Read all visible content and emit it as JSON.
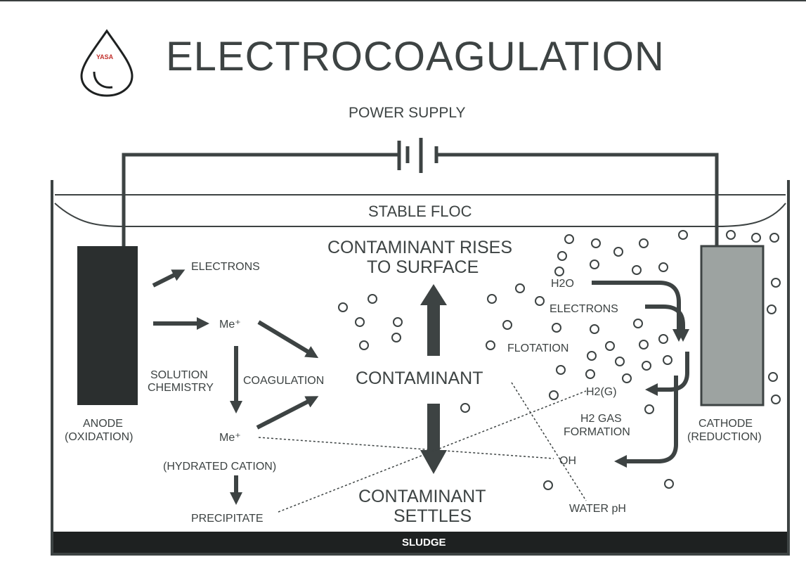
{
  "title": "ELECTROCOAGULATION",
  "logo_text": "YASA",
  "labels": {
    "power_supply": "POWER SUPPLY",
    "stable_floc": "STABLE FLOC",
    "rises_line1": "CONTAMINANT RISES",
    "rises_line2": "TO SURFACE",
    "electrons_anode": "ELECTRONS",
    "me_plus_top": "Me⁺",
    "solution_line1": "SOLUTION",
    "solution_line2": "CHEMISTRY",
    "coagulation": "COAGULATION",
    "contaminant": "CONTAMINANT",
    "me_plus_bottom": "Me⁺",
    "hydrated_cation": "(HYDRATED CATION)",
    "precipitate": "PRECIPITATE",
    "settles_line1": "CONTAMINANT",
    "settles_line2": "SETTLES",
    "anode_line1": "ANODE",
    "anode_line2": "(OXIDATION)",
    "h2o": "H2O",
    "electrons_cathode": "ELECTRONS",
    "flotation": "FLOTATION",
    "h2g": "H2(G)",
    "h2gas_line1": "H2 GAS",
    "h2gas_line2": "FORMATION",
    "oh": "OH",
    "water_ph": "WATER pH",
    "cathode_line1": "CATHODE",
    "cathode_line2": "(REDUCTION)",
    "sludge": "SLUDGE"
  },
  "colors": {
    "ink": "#3d4343",
    "anode": "#2b2f2f",
    "cathode": "#9da3a1",
    "sludge": "#1e2121",
    "logo": "#c2312d"
  }
}
